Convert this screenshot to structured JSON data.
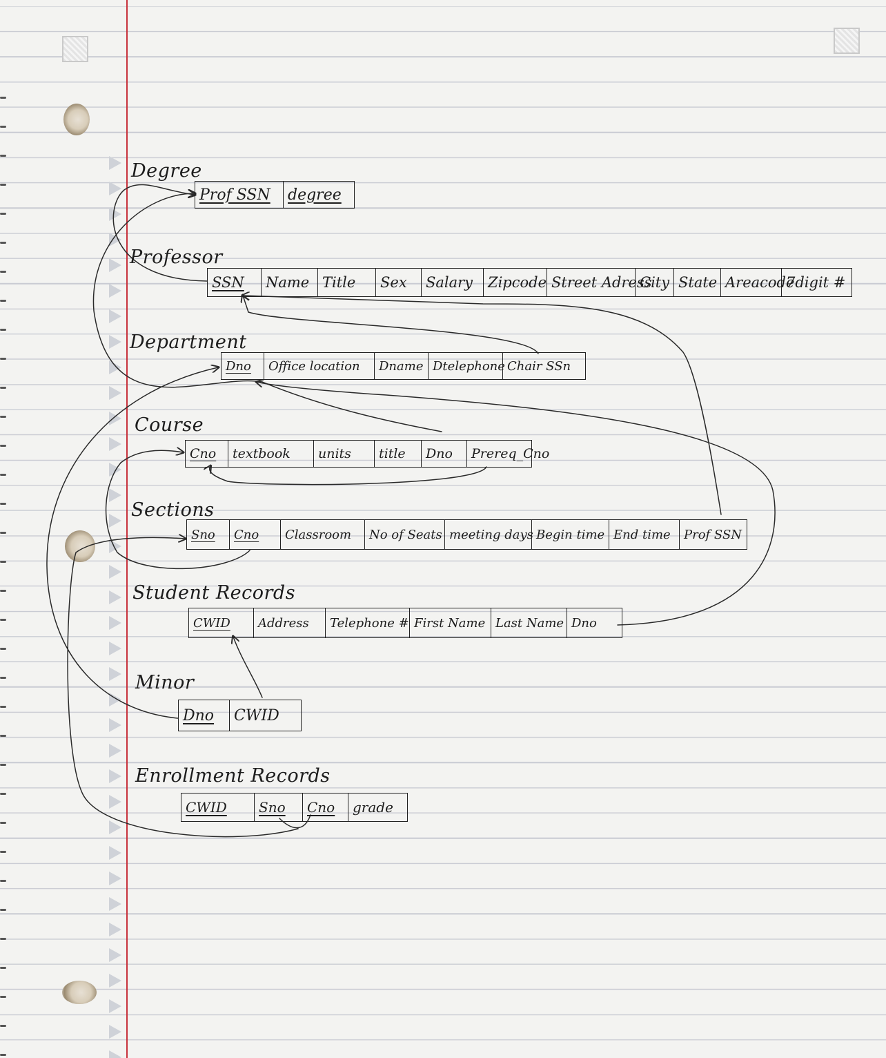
{
  "relations": [
    {
      "name": "Degree",
      "attributes": [
        {
          "label": "Prof SSN",
          "key": true
        },
        {
          "label": "degree",
          "key": true
        }
      ]
    },
    {
      "name": "Professor",
      "attributes": [
        {
          "label": "SSN",
          "key": true
        },
        {
          "label": "Name",
          "key": false
        },
        {
          "label": "Title",
          "key": false
        },
        {
          "label": "Sex",
          "key": false
        },
        {
          "label": "Salary",
          "key": false
        },
        {
          "label": "Zipcode",
          "key": false
        },
        {
          "label": "Street Adress",
          "key": false
        },
        {
          "label": "City",
          "key": false
        },
        {
          "label": "State",
          "key": false
        },
        {
          "label": "Areacode",
          "key": false
        },
        {
          "label": "7digit #",
          "key": false
        }
      ]
    },
    {
      "name": "Department",
      "attributes": [
        {
          "label": "Dno",
          "key": true
        },
        {
          "label": "Office location",
          "key": false
        },
        {
          "label": "Dname",
          "key": false
        },
        {
          "label": "Dtelephone",
          "key": false
        },
        {
          "label": "Chair SSn",
          "key": false
        }
      ]
    },
    {
      "name": "Course",
      "attributes": [
        {
          "label": "Cno",
          "key": true
        },
        {
          "label": "textbook",
          "key": false
        },
        {
          "label": "units",
          "key": false
        },
        {
          "label": "title",
          "key": false
        },
        {
          "label": "Dno",
          "key": false
        },
        {
          "label": "Prereq_Cno",
          "key": false
        }
      ]
    },
    {
      "name": "Sections",
      "attributes": [
        {
          "label": "Sno",
          "key": true
        },
        {
          "label": "Cno",
          "key": true
        },
        {
          "label": "Classroom",
          "key": false
        },
        {
          "label": "No of Seats",
          "key": false
        },
        {
          "label": "meeting days",
          "key": false
        },
        {
          "label": "Begin time",
          "key": false
        },
        {
          "label": "End time",
          "key": false
        },
        {
          "label": "Prof SSN",
          "key": false
        }
      ]
    },
    {
      "name": "Student Records",
      "attributes": [
        {
          "label": "CWID",
          "key": true
        },
        {
          "label": "Address",
          "key": false
        },
        {
          "label": "Telephone #",
          "key": false
        },
        {
          "label": "First Name",
          "key": false
        },
        {
          "label": "Last Name",
          "key": false
        },
        {
          "label": "Dno",
          "key": false
        }
      ]
    },
    {
      "name": "Minor",
      "attributes": [
        {
          "label": "Dno",
          "key": true
        },
        {
          "label": "CWID",
          "key": false
        }
      ]
    },
    {
      "name": "Enrollment Records",
      "attributes": [
        {
          "label": "CWID",
          "key": true
        },
        {
          "label": "Sno",
          "key": true
        },
        {
          "label": "Cno",
          "key": true
        },
        {
          "label": "grade",
          "key": false
        }
      ]
    }
  ],
  "links": [
    {
      "from": "Professor.SSN",
      "to": "Degree.Prof SSN"
    },
    {
      "from": "Department.Chair SSn",
      "to": "Professor.SSN"
    },
    {
      "from": "Sections.Prof SSN",
      "to": "Professor.SSN"
    },
    {
      "from": "Course.Dno",
      "to": "Department.Dno"
    },
    {
      "from": "Student Records.Dno",
      "to": "Department.Dno"
    },
    {
      "from": "Minor.Dno",
      "to": "Department.Dno"
    },
    {
      "from": "Course.Prereq_Cno",
      "to": "Course.Cno"
    },
    {
      "from": "Sections.Cno",
      "to": "Course.Cno"
    },
    {
      "from": "Minor.CWID",
      "to": "Student Records.CWID"
    },
    {
      "from": "Enrollment Records.Sno",
      "to": "Sections.Sno"
    },
    {
      "from": "Enrollment Records.Cno",
      "to": "Sections.Sno"
    }
  ],
  "colors": {
    "paper": "#f3f3f1",
    "rule": "#c9cbd3",
    "margin": "#c8323c",
    "ink": "#1d1d1d"
  }
}
